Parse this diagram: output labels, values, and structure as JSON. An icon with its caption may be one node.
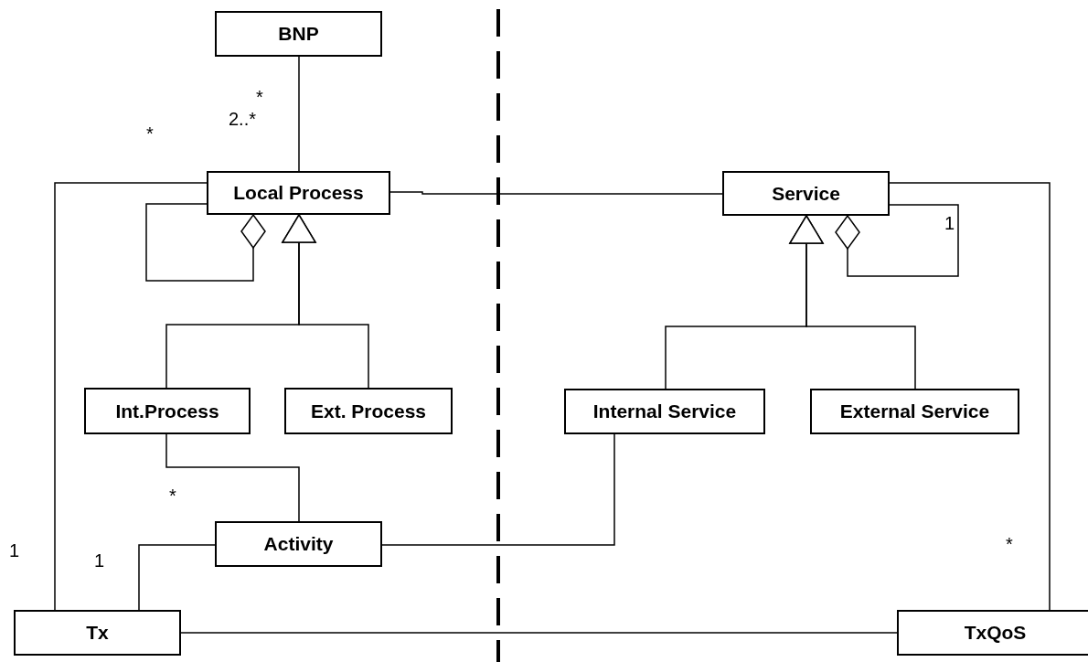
{
  "diagram": {
    "nodes": [
      {
        "text": [
          "BNP"
        ]
      },
      {
        "text": [
          "Local Process"
        ]
      },
      {
        "text": [
          "Service"
        ]
      },
      {
        "text": [
          "Int.Process"
        ]
      },
      {
        "text": [
          "Ext. Process"
        ]
      },
      {
        "text": [
          "Internal Service"
        ]
      },
      {
        "text": [
          "External Service"
        ]
      },
      {
        "text": [
          "Activity"
        ]
      },
      {
        "text": [
          "Tx"
        ]
      },
      {
        "text": [
          "TxQoS"
        ]
      }
    ],
    "edges": [
      {
        "from": 0,
        "to": 1,
        "arrow": "none"
      },
      {
        "from": 1,
        "to": 1,
        "arrow": "other"
      },
      {
        "from": 1,
        "to": 2,
        "arrow": "none"
      },
      {
        "from": 3,
        "to": 1,
        "arrow": "to"
      },
      {
        "from": 4,
        "to": 1,
        "arrow": "to"
      },
      {
        "from": 2,
        "to": 2,
        "arrow": "other"
      },
      {
        "from": 5,
        "to": 2,
        "arrow": "to"
      },
      {
        "from": 6,
        "to": 2,
        "arrow": "to"
      },
      {
        "from": 3,
        "to": 7,
        "arrow": "none"
      },
      {
        "from": 7,
        "to": 5,
        "arrow": "none"
      },
      {
        "from": 8,
        "to": 7,
        "arrow": "none"
      },
      {
        "from": 8,
        "to": 1,
        "arrow": "none"
      },
      {
        "from": 8,
        "to": 9,
        "arrow": "none"
      },
      {
        "from": 2,
        "to": 9,
        "arrow": "none"
      }
    ],
    "labels": [
      "*",
      "2..*",
      "*",
      "1",
      "*",
      "*",
      "1",
      "1"
    ]
  }
}
